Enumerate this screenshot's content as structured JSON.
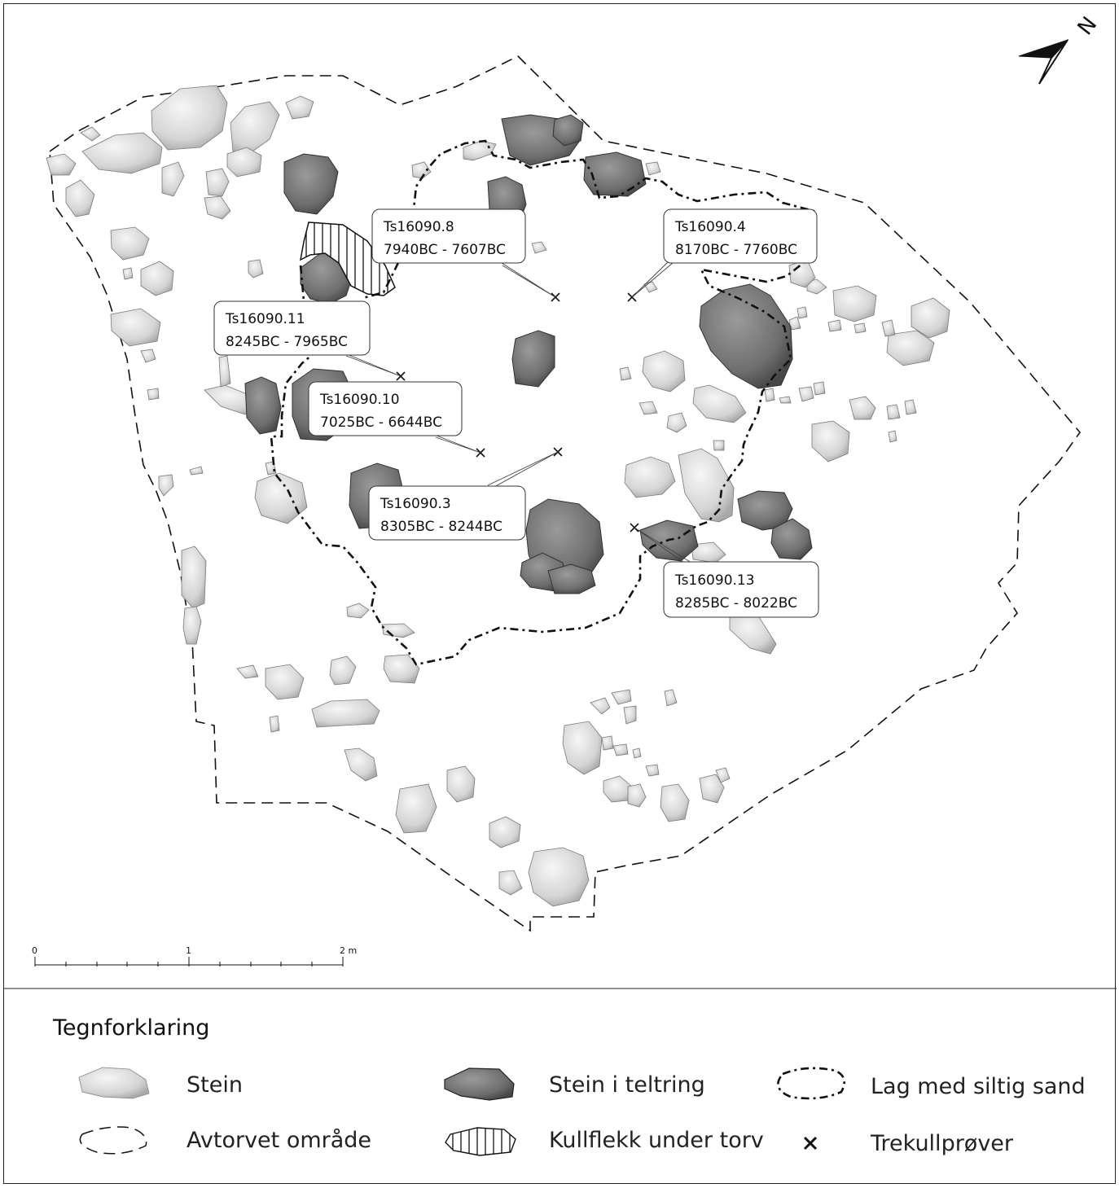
{
  "north_arrow": {
    "letter": "N"
  },
  "samples": [
    {
      "id": "Ts16090.8",
      "range": "7940BC - 7607BC"
    },
    {
      "id": "Ts16090.4",
      "range": "8170BC - 7760BC"
    },
    {
      "id": "Ts16090.11",
      "range": "8245BC - 7965BC"
    },
    {
      "id": "Ts16090.10",
      "range": "7025BC - 6644BC"
    },
    {
      "id": "Ts16090.3",
      "range": "8305BC - 8244BC"
    },
    {
      "id": "Ts16090.13",
      "range": "8285BC - 8022BC"
    }
  ],
  "scale_bar": {
    "labels": [
      "0",
      "1",
      "2 m"
    ]
  },
  "legend": {
    "title": "Tegnforklaring",
    "items": [
      {
        "label": "Stein"
      },
      {
        "label": "Stein i teltring"
      },
      {
        "label": "Lag med siltig sand"
      },
      {
        "label": "Avtorvet område"
      },
      {
        "label": "Kullflekk under torv"
      },
      {
        "label": "Trekullprøver"
      }
    ]
  },
  "colors": {
    "stone": "#d8d8d8",
    "stone_in_ring": "#7a7a7a",
    "outline": "#111111"
  }
}
